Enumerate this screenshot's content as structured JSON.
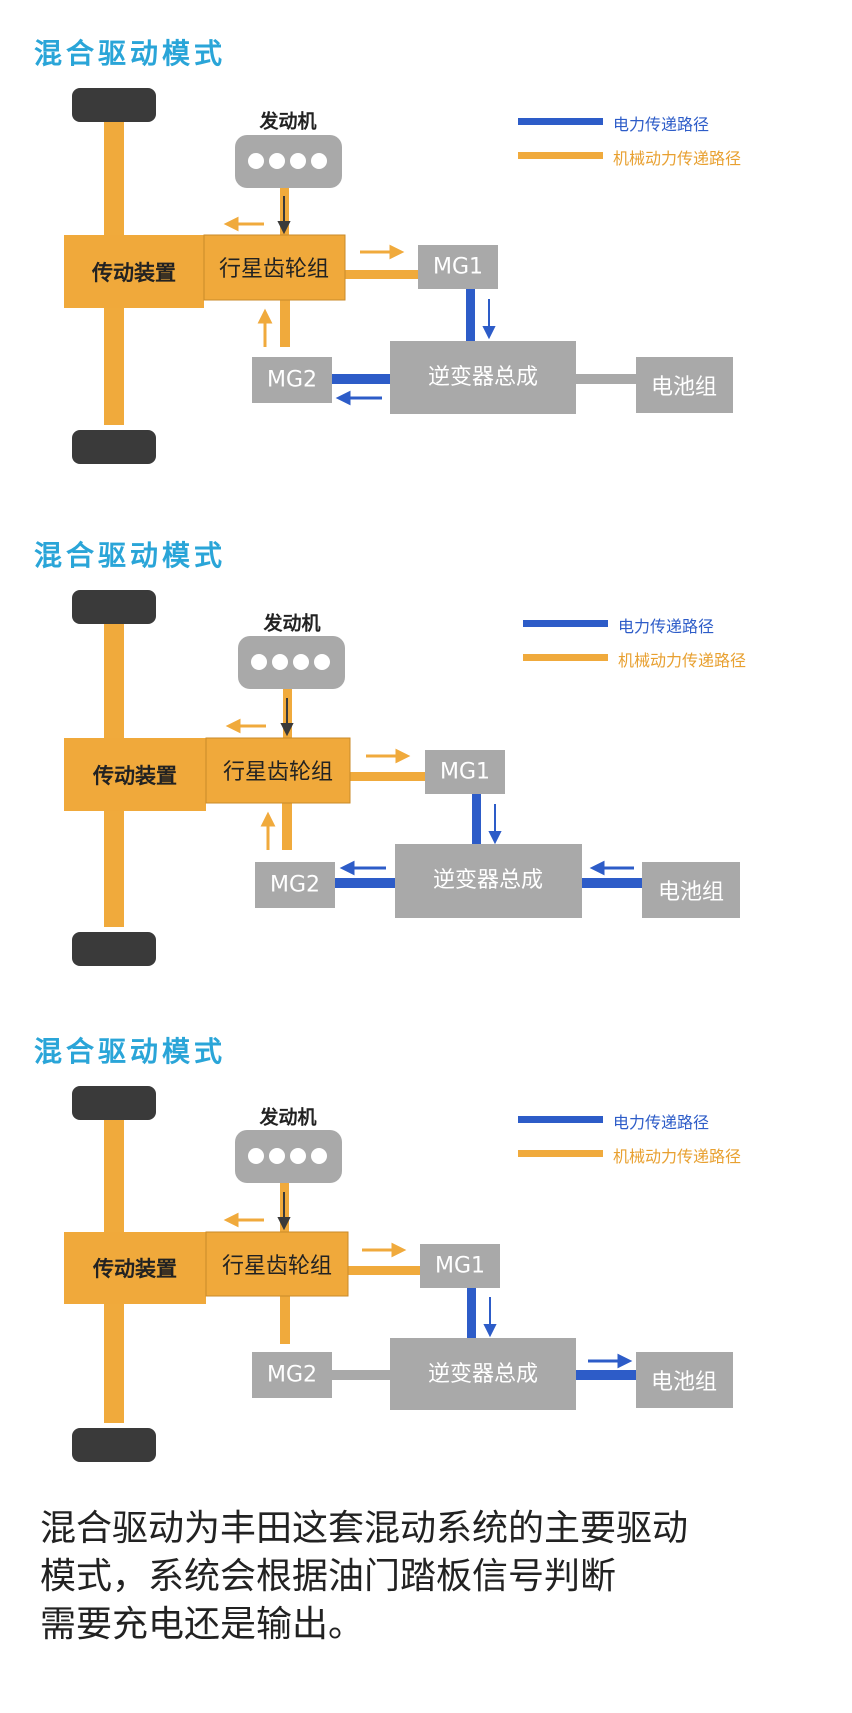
{
  "panels": [
    {
      "title": "混合驱动模式",
      "engine_label": "发动机",
      "transmission_label": "传动装置",
      "planetary_label": "行星齿轮组",
      "mg1_label": "MG1",
      "mg2_label": "MG2",
      "inverter_label": "逆变器总成",
      "battery_label": "电池组",
      "legend": {
        "electric": "电力传递路径",
        "mechanical": "机械动力传递路径"
      }
    },
    {
      "title": "混合驱动模式",
      "engine_label": "发动机",
      "transmission_label": "传动装置",
      "planetary_label": "行星齿轮组",
      "mg1_label": "MG1",
      "mg2_label": "MG2",
      "inverter_label": "逆变器总成",
      "battery_label": "电池组",
      "legend": {
        "electric": "电力传递路径",
        "mechanical": "机械动力传递路径"
      }
    },
    {
      "title": "混合驱动模式",
      "engine_label": "发动机",
      "transmission_label": "传动装置",
      "planetary_label": "行星齿轮组",
      "mg1_label": "MG1",
      "mg2_label": "MG2",
      "inverter_label": "逆变器总成",
      "battery_label": "电池组",
      "legend": {
        "electric": "电力传递路径",
        "mechanical": "机械动力传递路径"
      }
    }
  ],
  "caption": {
    "line1": "混合驱动为丰田这套混动系统的主要驱动",
    "line2": "模式，系统会根据油门踏板信号判断",
    "line3": "需要充电还是输出。"
  },
  "colors": {
    "orange": "#f0aa3c",
    "orange_box": "#f0a93b",
    "blue": "#2d5cc8",
    "gray": "#a9a9a9",
    "dark": "#3a3a3a",
    "title": "#2aa5d8",
    "legend_orange_text": "#e8a030"
  }
}
